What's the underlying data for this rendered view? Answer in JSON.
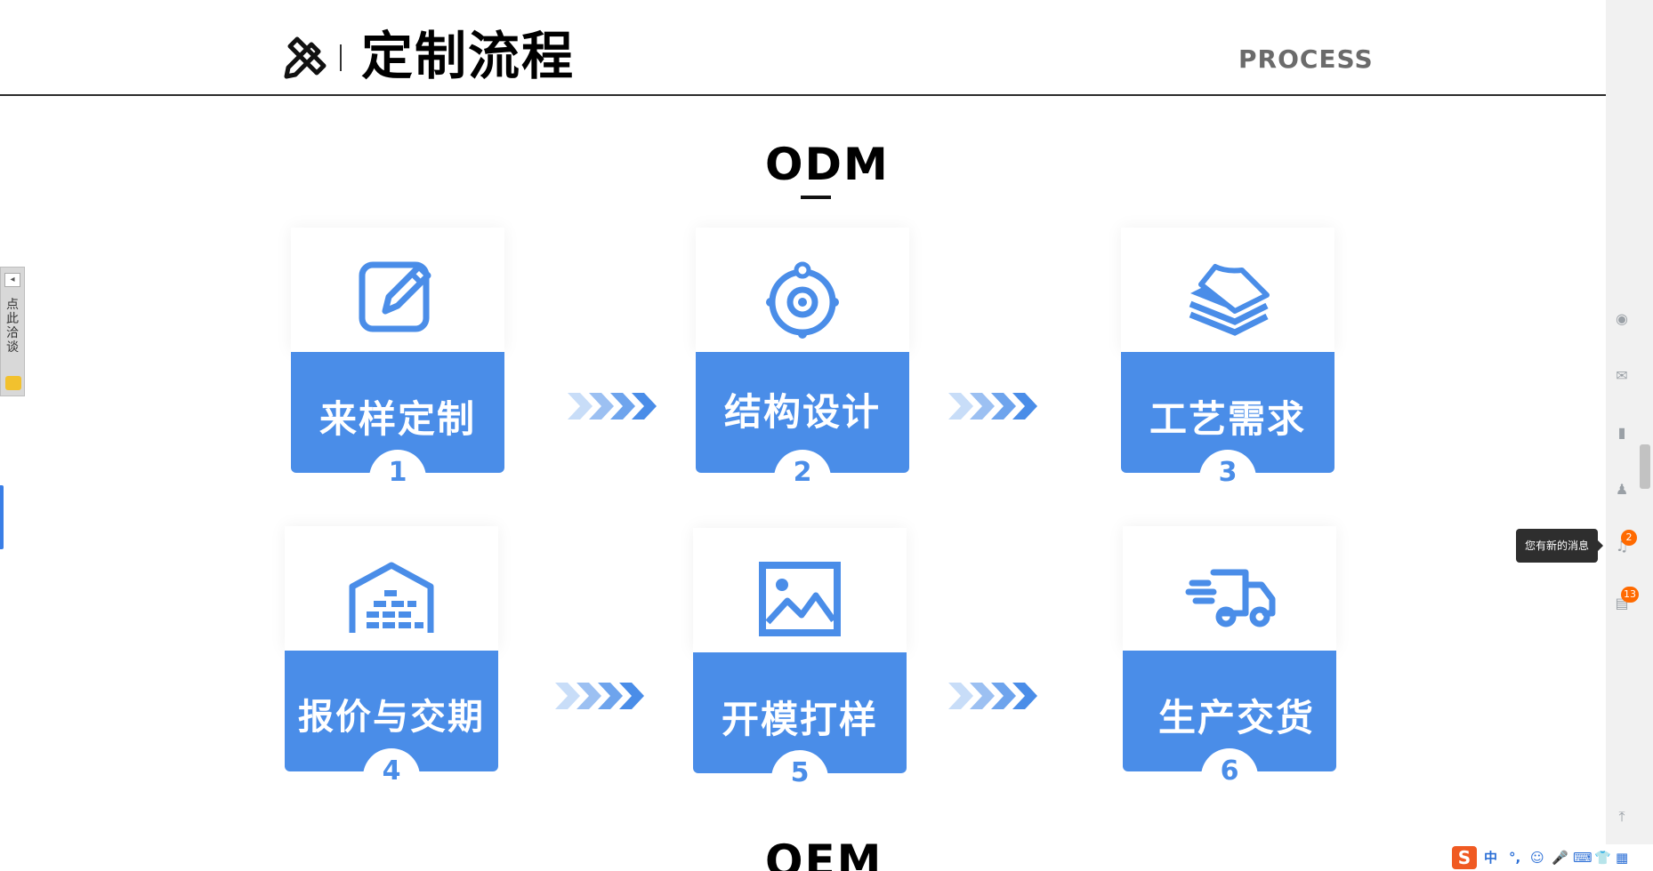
{
  "header": {
    "logo_icon": "pencil-ruler-icon",
    "title": "定制流程",
    "title_en": "PROCESS"
  },
  "odm": {
    "title": "ODM",
    "steps": [
      {
        "label": "来样定制",
        "number": "1",
        "icon": "edit-icon"
      },
      {
        "label": "结构设计",
        "number": "2",
        "icon": "target-icon"
      },
      {
        "label": "工艺需求",
        "number": "3",
        "icon": "layers-icon"
      },
      {
        "label": "报价与交期",
        "number": "4",
        "icon": "warehouse-icon"
      },
      {
        "label": "开模打样",
        "number": "5",
        "icon": "image-icon"
      },
      {
        "label": "生产交货",
        "number": "6",
        "icon": "truck-icon"
      }
    ]
  },
  "oem": {
    "title": "OEM"
  },
  "left_tab": {
    "text": "点此洽谈"
  },
  "right_bar": {
    "items": [
      "user-icon",
      "mail-icon",
      "bookmark-icon",
      "footprint-icon",
      "bell-icon",
      "list-icon",
      "back-top-icon"
    ],
    "bell_badge": "2",
    "list_badge": "13",
    "tooltip": "您有新的消息"
  },
  "ime": {
    "mode": "中",
    "items": [
      "°,",
      "☺",
      "🎤",
      "⌨",
      "👕",
      "▦"
    ]
  },
  "colors": {
    "accent": "#4a8de8",
    "badge": "#ff6a00"
  }
}
